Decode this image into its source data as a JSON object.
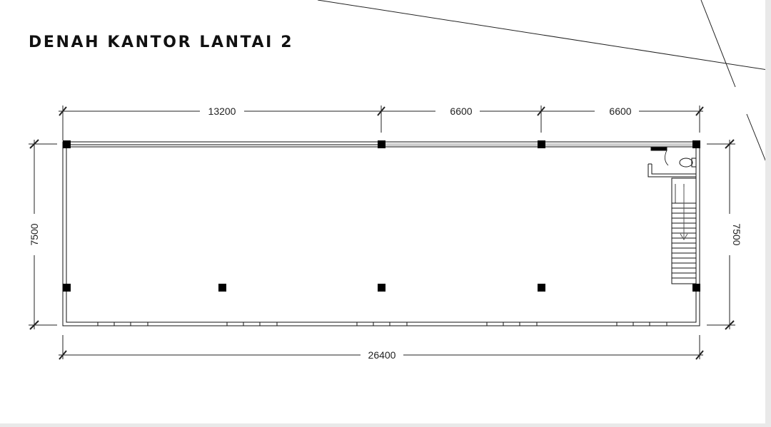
{
  "title": "DENAH KANTOR LANTAI 2",
  "colors": {
    "line": "#111111",
    "column": "#000000",
    "background": "#ffffff",
    "frame": "#e9e9e9"
  },
  "dimensions": {
    "top_segments": [
      "13200",
      "6600",
      "6600"
    ],
    "bottom_total": "26400",
    "left_height": "7500",
    "right_height": "7500"
  },
  "icons": [
    "toilet-icon",
    "stair-arrow-icon",
    "column-icon"
  ]
}
